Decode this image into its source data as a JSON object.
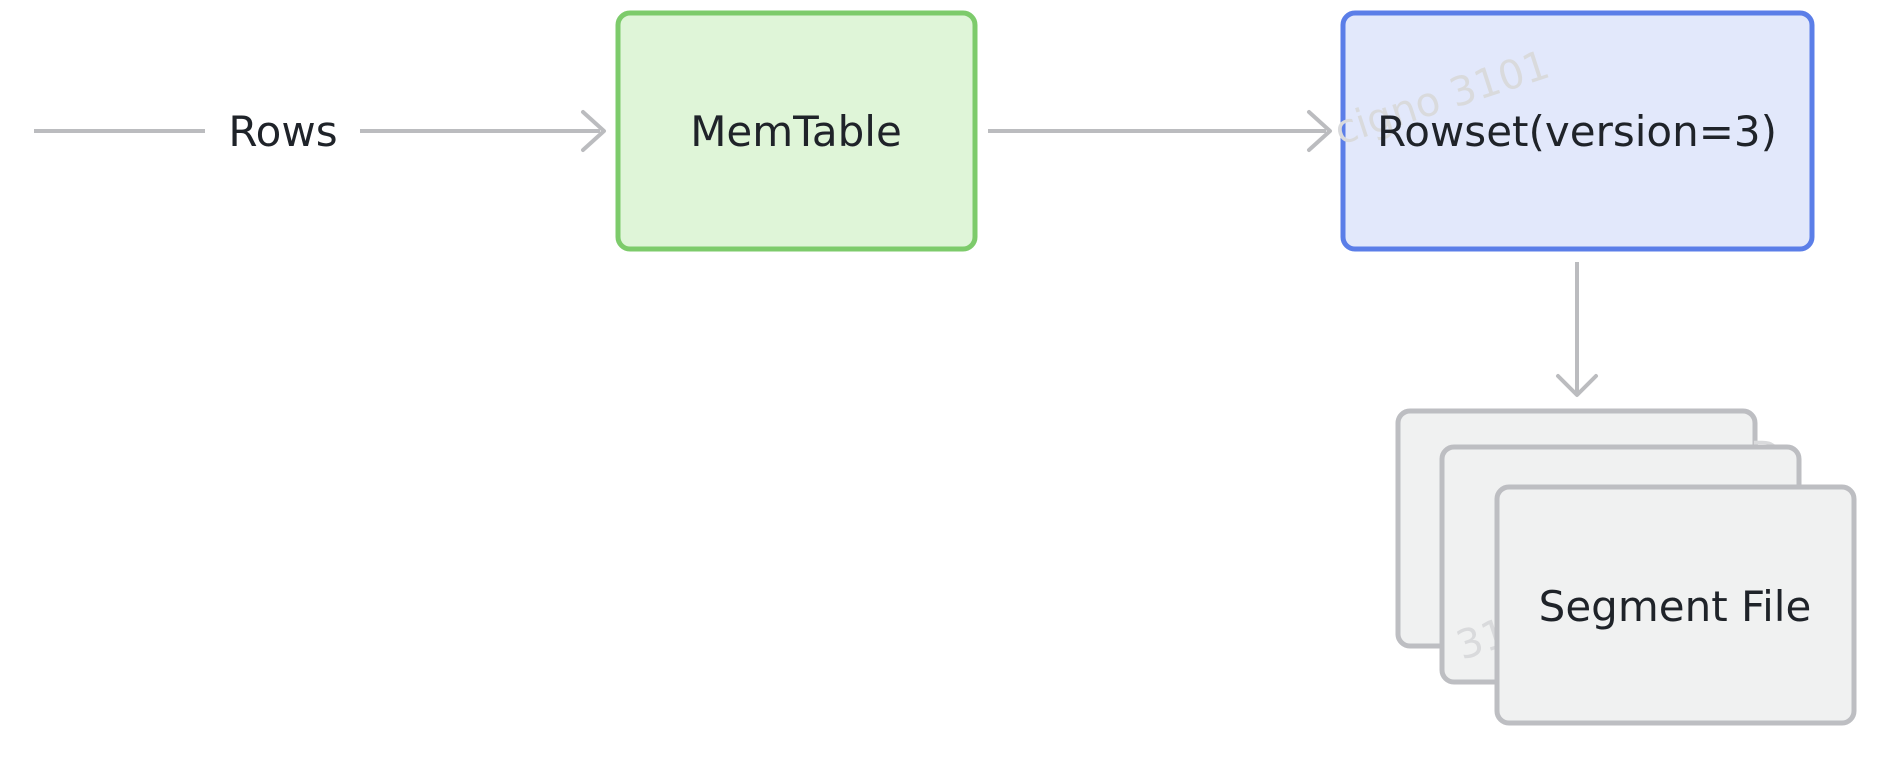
{
  "diagram": {
    "edge_label": "Rows",
    "nodes": {
      "memtable": "MemTable",
      "rowset": "Rowset(version=3)",
      "segment": "Segment File"
    },
    "watermarks": {
      "top": "cigno 3101",
      "bottom": "3101",
      "edge": "D"
    }
  },
  "colors": {
    "edge": "#bbbcbf",
    "memtable_fill": "#dff5d8",
    "memtable_stroke": "#7dcb6b",
    "rowset_fill": "#e2e8fb",
    "rowset_stroke": "#5b7ee8",
    "segment_fill": "#f0f1f1",
    "segment_stroke": "#bdbec2",
    "text": "#1f2329"
  }
}
